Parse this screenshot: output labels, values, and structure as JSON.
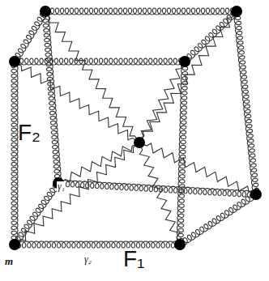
{
  "diagram": {
    "nodes": [],
    "edges": [],
    "labels": [
      "F₂",
      "γ₁",
      "m",
      "γ₂",
      "F₁"
    ]
  }
}
